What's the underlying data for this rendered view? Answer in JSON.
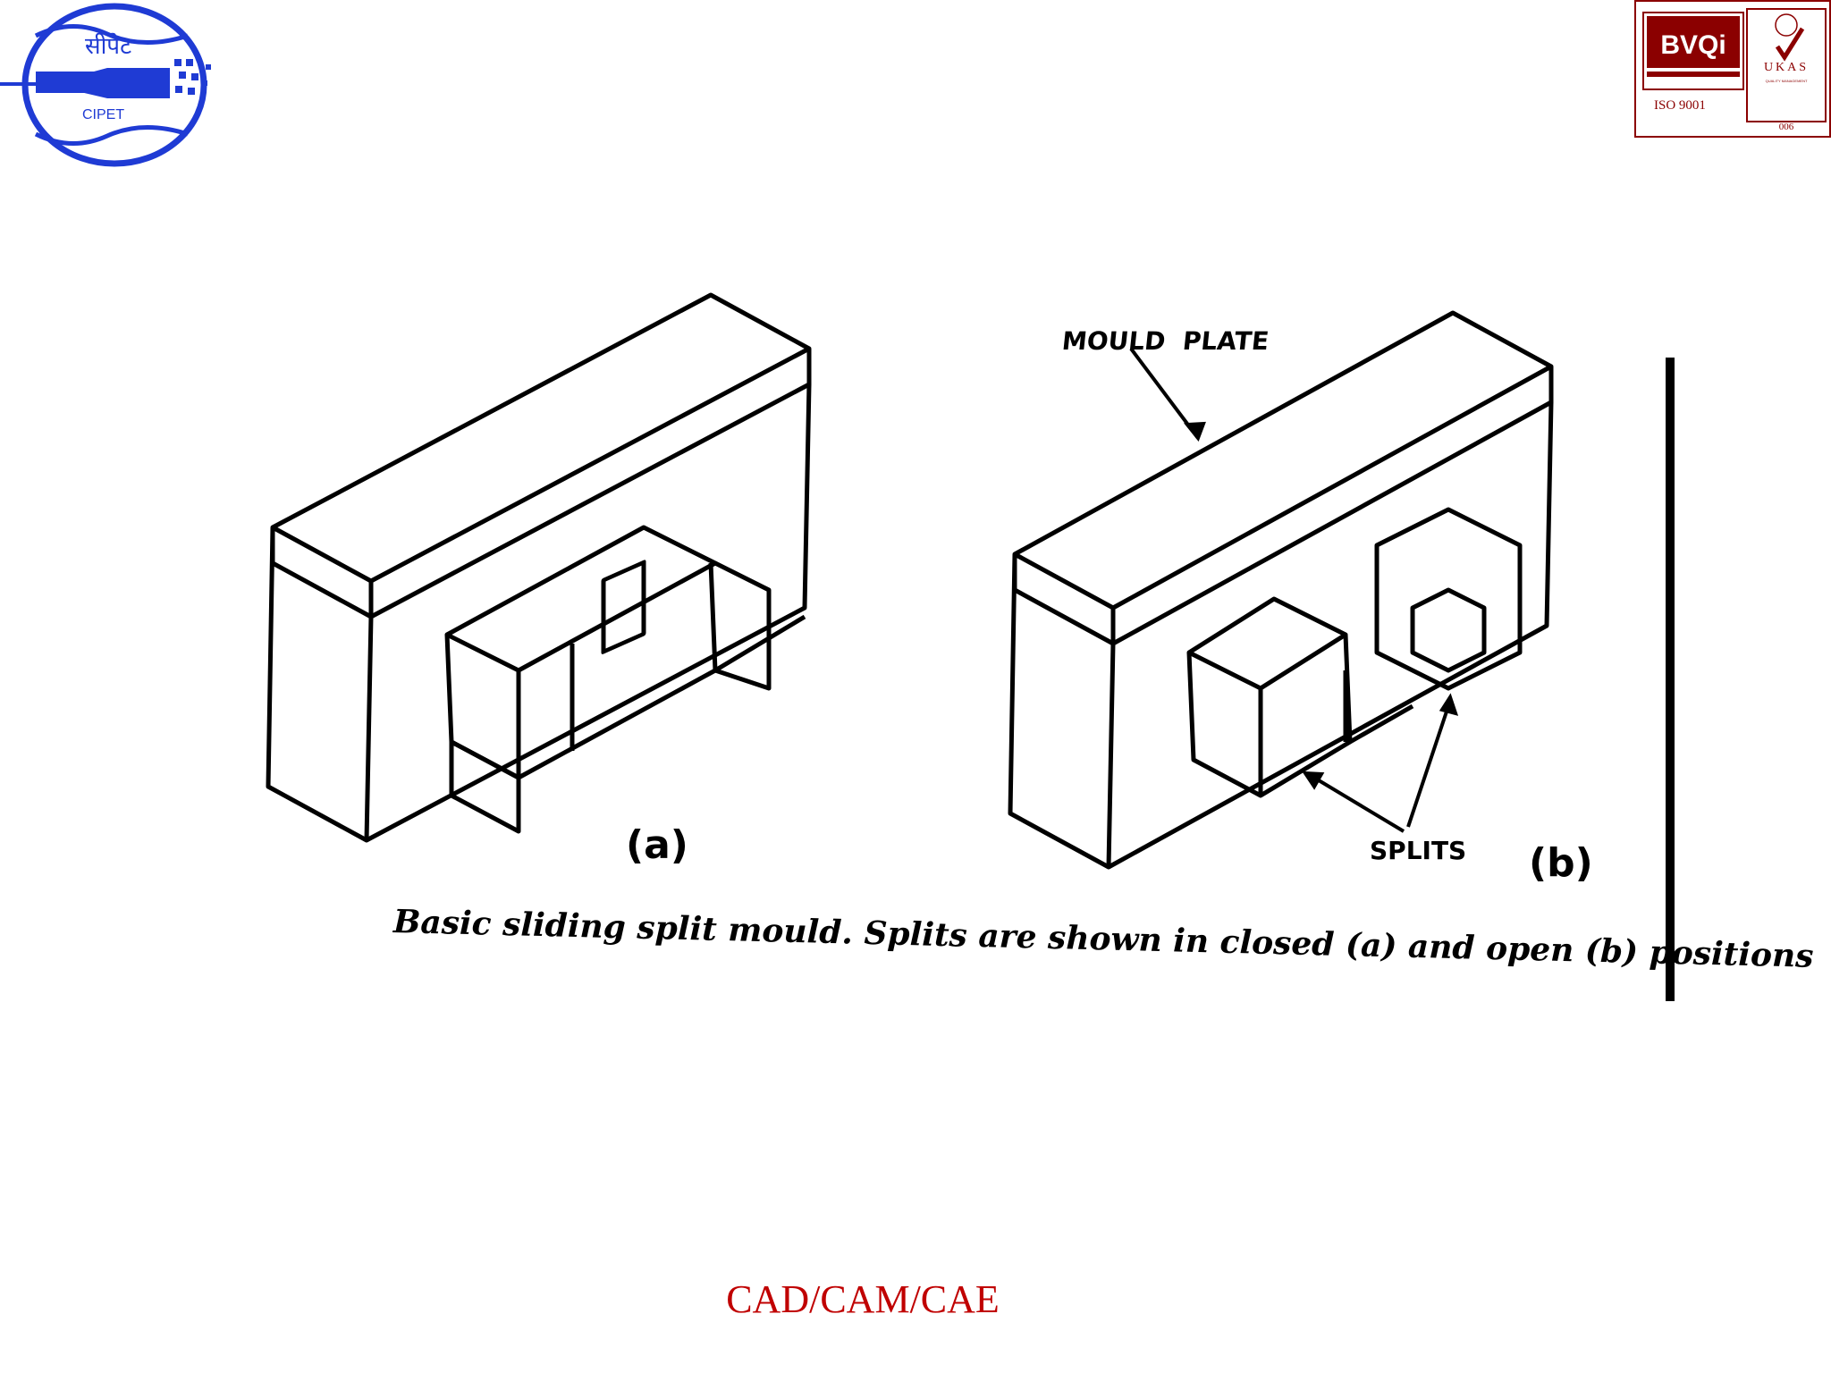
{
  "header": {
    "logo": {
      "name": "CIPET",
      "hindi_text": "सीपेट",
      "latin_text": "CIPET",
      "color": "#1f3bd4"
    },
    "certification": {
      "brand": "BVQi",
      "standard": "ISO 9001",
      "accreditor": "UKAS",
      "accreditor_sub": "QUALITY MANAGEMENT",
      "number": "006",
      "color": "#8b0000"
    }
  },
  "figure": {
    "mould_plate_label": "MOULD  PLATE",
    "splits_label": "SPLITS",
    "label_a": "(a)",
    "label_b": "(b)",
    "caption": "Basic sliding split mould. Splits are shown in closed (a) and open (b) positions"
  },
  "footer": {
    "title": "CAD/CAM/CAE",
    "color": "#c00000"
  }
}
